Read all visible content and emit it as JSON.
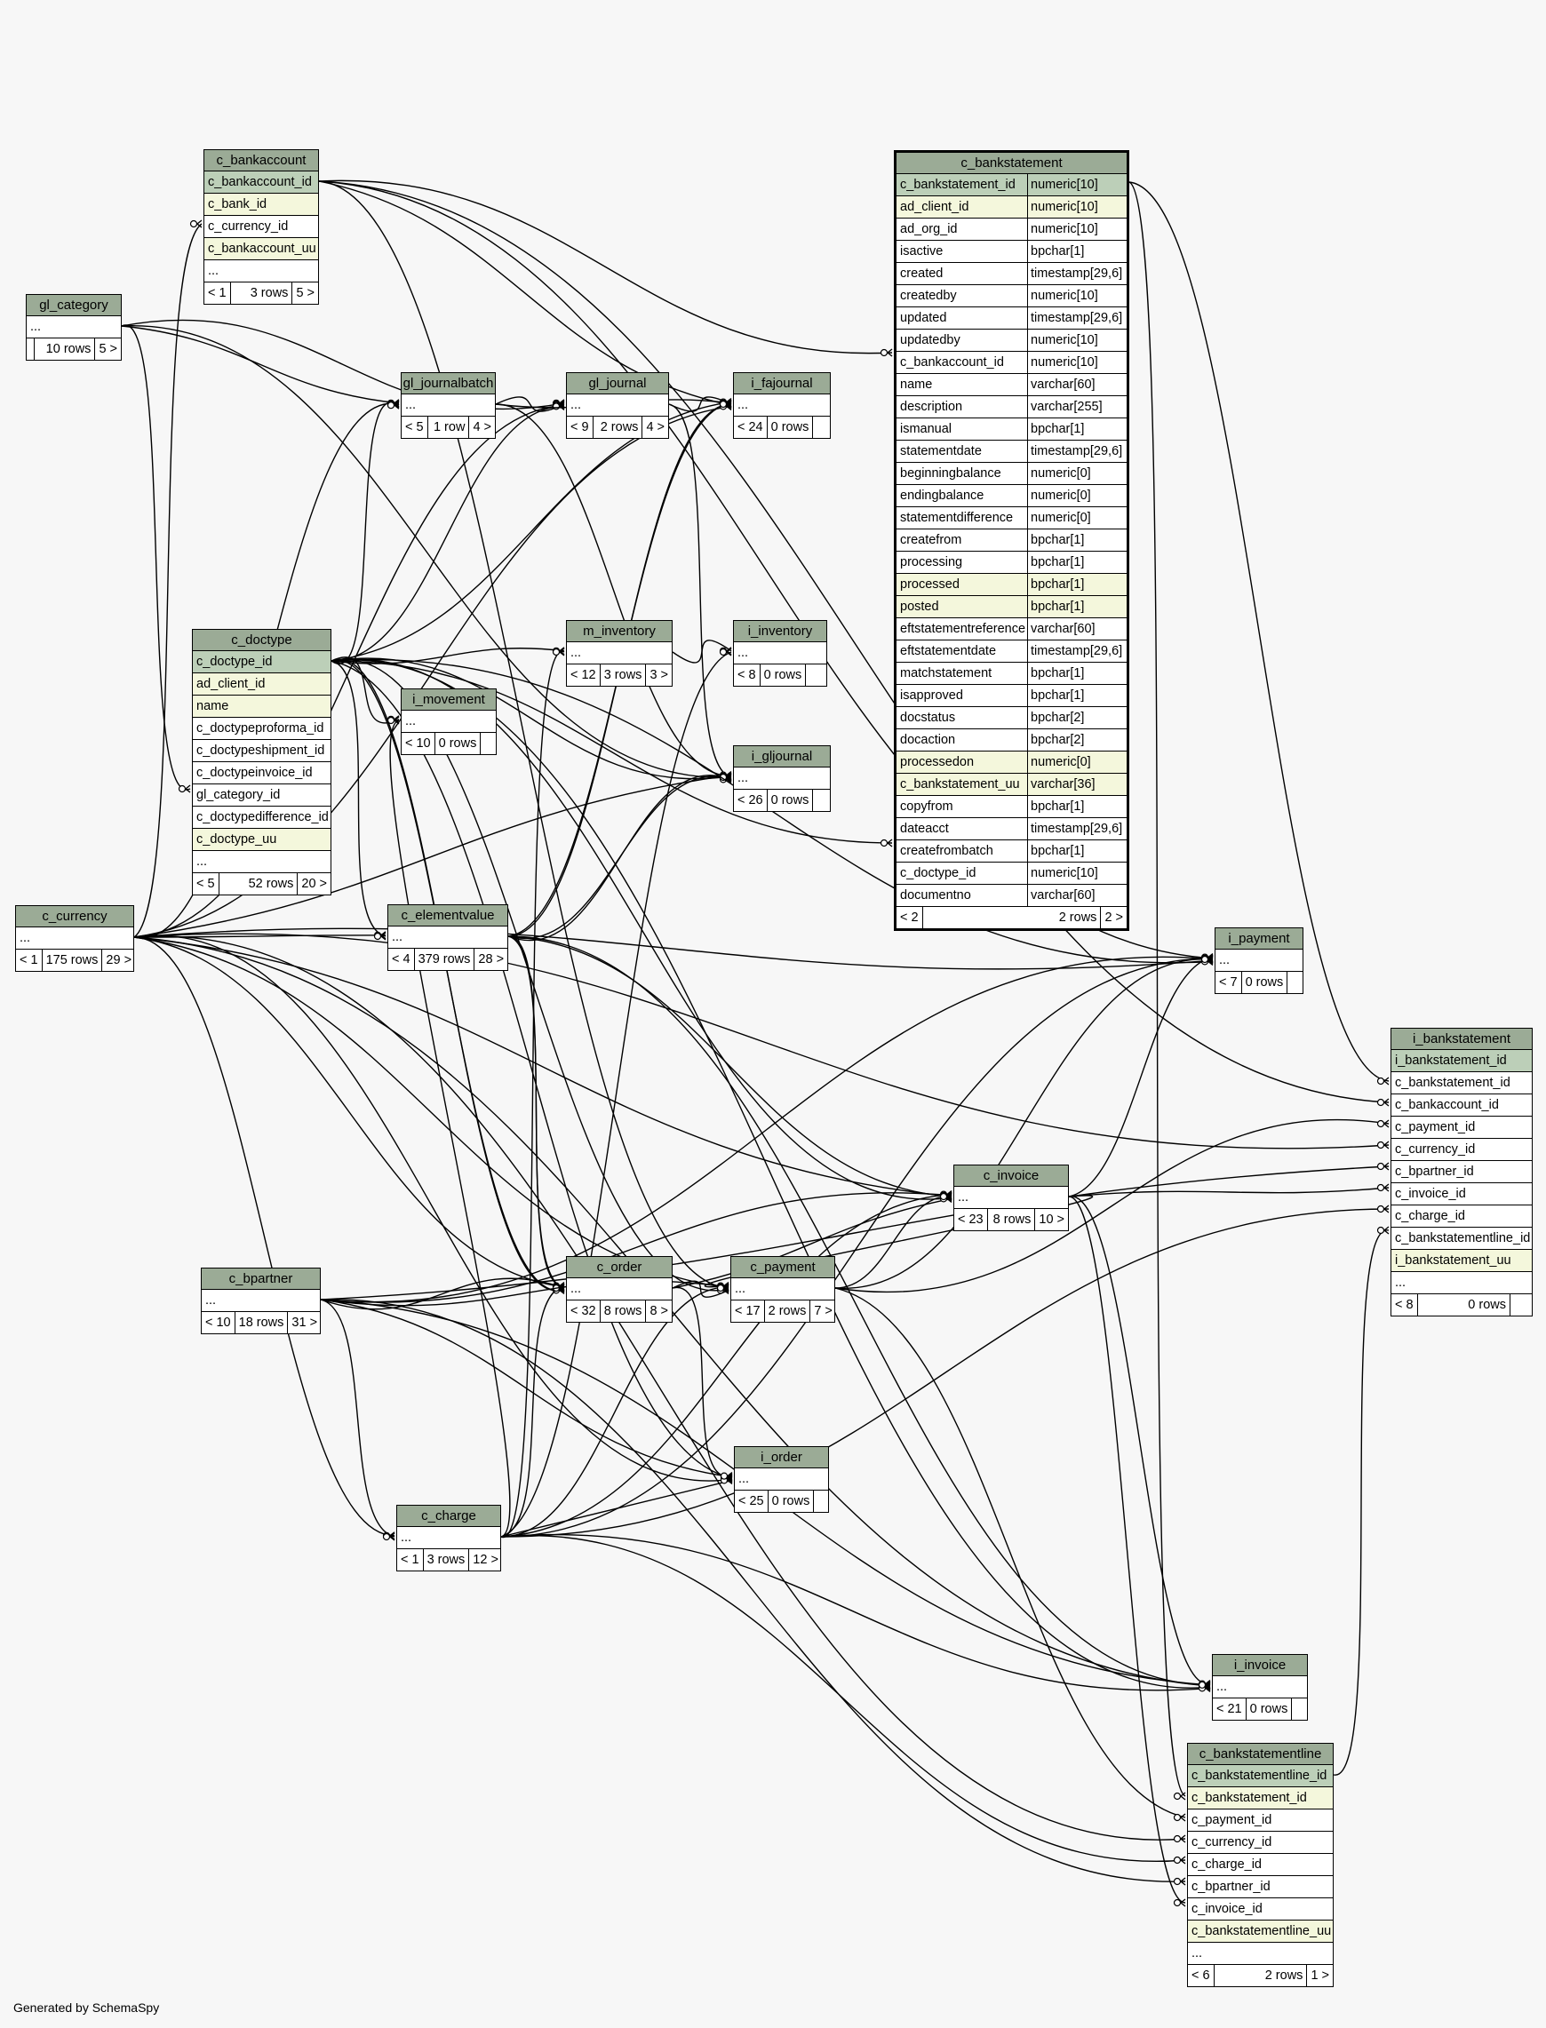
{
  "footer_text": "Generated by SchemaSpy",
  "colors": {
    "header": "#9bab96",
    "primary_key": "#bccfb8",
    "indexed": "#f4f7dc",
    "background": "#f7f7f7"
  },
  "tables": [
    {
      "id": "c_bankaccount",
      "name": "c_bankaccount",
      "rows": [
        {
          "name": "c_bankaccount_id",
          "type": "",
          "style": "pk"
        },
        {
          "name": "c_bank_id",
          "type": "",
          "style": "idx"
        },
        {
          "name": "c_currency_id",
          "type": "",
          "style": ""
        },
        {
          "name": "c_bankaccount_uu",
          "type": "",
          "style": "idx"
        },
        {
          "name": "...",
          "type": "",
          "style": ""
        }
      ],
      "footer": [
        "< 1",
        "3 rows",
        "5 >"
      ]
    },
    {
      "id": "gl_category",
      "name": "gl_category",
      "rows": [
        {
          "name": "...",
          "type": "",
          "style": ""
        }
      ],
      "footer": [
        "",
        "10 rows",
        "5 >"
      ]
    },
    {
      "id": "c_doctype",
      "name": "c_doctype",
      "rows": [
        {
          "name": "c_doctype_id",
          "type": "",
          "style": "pk"
        },
        {
          "name": "ad_client_id",
          "type": "",
          "style": "idx"
        },
        {
          "name": "name",
          "type": "",
          "style": "idx"
        },
        {
          "name": "c_doctypeproforma_id",
          "type": "",
          "style": ""
        },
        {
          "name": "c_doctypeshipment_id",
          "type": "",
          "style": ""
        },
        {
          "name": "c_doctypeinvoice_id",
          "type": "",
          "style": ""
        },
        {
          "name": "gl_category_id",
          "type": "",
          "style": ""
        },
        {
          "name": "c_doctypedifference_id",
          "type": "",
          "style": ""
        },
        {
          "name": "c_doctype_uu",
          "type": "",
          "style": "idx"
        },
        {
          "name": "...",
          "type": "",
          "style": ""
        }
      ],
      "footer": [
        "< 5",
        "52 rows",
        "20 >"
      ]
    },
    {
      "id": "c_currency",
      "name": "c_currency",
      "rows": [
        {
          "name": "...",
          "type": "",
          "style": ""
        }
      ],
      "footer": [
        "< 1",
        "175 rows",
        "29 >"
      ]
    },
    {
      "id": "c_bpartner",
      "name": "c_bpartner",
      "rows": [
        {
          "name": "...",
          "type": "",
          "style": ""
        }
      ],
      "footer": [
        "< 10",
        "18 rows",
        "31 >"
      ]
    },
    {
      "id": "gl_journalbatch",
      "name": "gl_journalbatch",
      "rows": [
        {
          "name": "...",
          "type": "",
          "style": ""
        }
      ],
      "footer": [
        "< 5",
        "1 row",
        "4 >"
      ]
    },
    {
      "id": "gl_journal",
      "name": "gl_journal",
      "rows": [
        {
          "name": "...",
          "type": "",
          "style": ""
        }
      ],
      "footer": [
        "< 9",
        "2 rows",
        "4 >"
      ]
    },
    {
      "id": "i_fajournal",
      "name": "i_fajournal",
      "rows": [
        {
          "name": "...",
          "type": "",
          "style": ""
        }
      ],
      "footer": [
        "< 24",
        "0 rows",
        ""
      ]
    },
    {
      "id": "m_inventory",
      "name": "m_inventory",
      "rows": [
        {
          "name": "...",
          "type": "",
          "style": ""
        }
      ],
      "footer": [
        "< 12",
        "3 rows",
        "3 >"
      ]
    },
    {
      "id": "i_inventory",
      "name": "i_inventory",
      "rows": [
        {
          "name": "...",
          "type": "",
          "style": ""
        }
      ],
      "footer": [
        "< 8",
        "0 rows",
        ""
      ]
    },
    {
      "id": "i_movement",
      "name": "i_movement",
      "rows": [
        {
          "name": "...",
          "type": "",
          "style": ""
        }
      ],
      "footer": [
        "< 10",
        "0 rows",
        ""
      ]
    },
    {
      "id": "i_gljournal",
      "name": "i_gljournal",
      "rows": [
        {
          "name": "...",
          "type": "",
          "style": ""
        }
      ],
      "footer": [
        "< 26",
        "0 rows",
        ""
      ]
    },
    {
      "id": "c_elementvalue",
      "name": "c_elementvalue",
      "rows": [
        {
          "name": "...",
          "type": "",
          "style": ""
        }
      ],
      "footer": [
        "< 4",
        "379 rows",
        "28 >"
      ]
    },
    {
      "id": "c_order",
      "name": "c_order",
      "rows": [
        {
          "name": "...",
          "type": "",
          "style": ""
        }
      ],
      "footer": [
        "< 32",
        "8 rows",
        "8 >"
      ]
    },
    {
      "id": "c_payment",
      "name": "c_payment",
      "rows": [
        {
          "name": "...",
          "type": "",
          "style": ""
        }
      ],
      "footer": [
        "< 17",
        "2 rows",
        "7 >"
      ]
    },
    {
      "id": "i_order",
      "name": "i_order",
      "rows": [
        {
          "name": "...",
          "type": "",
          "style": ""
        }
      ],
      "footer": [
        "< 25",
        "0 rows",
        ""
      ]
    },
    {
      "id": "c_charge",
      "name": "c_charge",
      "rows": [
        {
          "name": "...",
          "type": "",
          "style": ""
        }
      ],
      "footer": [
        "< 1",
        "3 rows",
        "12 >"
      ]
    },
    {
      "id": "c_invoice",
      "name": "c_invoice",
      "rows": [
        {
          "name": "...",
          "type": "",
          "style": ""
        }
      ],
      "footer": [
        "< 23",
        "8 rows",
        "10 >"
      ]
    },
    {
      "id": "i_payment",
      "name": "i_payment",
      "rows": [
        {
          "name": "...",
          "type": "",
          "style": ""
        }
      ],
      "footer": [
        "< 7",
        "0 rows",
        ""
      ]
    },
    {
      "id": "c_bankstatement",
      "name": "c_bankstatement",
      "rows": [
        {
          "name": "c_bankstatement_id",
          "type": "numeric[10]",
          "style": "pk"
        },
        {
          "name": "ad_client_id",
          "type": "numeric[10]",
          "style": "idx"
        },
        {
          "name": "ad_org_id",
          "type": "numeric[10]",
          "style": ""
        },
        {
          "name": "isactive",
          "type": "bpchar[1]",
          "style": ""
        },
        {
          "name": "created",
          "type": "timestamp[29,6]",
          "style": ""
        },
        {
          "name": "createdby",
          "type": "numeric[10]",
          "style": ""
        },
        {
          "name": "updated",
          "type": "timestamp[29,6]",
          "style": ""
        },
        {
          "name": "updatedby",
          "type": "numeric[10]",
          "style": ""
        },
        {
          "name": "c_bankaccount_id",
          "type": "numeric[10]",
          "style": ""
        },
        {
          "name": "name",
          "type": "varchar[60]",
          "style": ""
        },
        {
          "name": "description",
          "type": "varchar[255]",
          "style": ""
        },
        {
          "name": "ismanual",
          "type": "bpchar[1]",
          "style": ""
        },
        {
          "name": "statementdate",
          "type": "timestamp[29,6]",
          "style": ""
        },
        {
          "name": "beginningbalance",
          "type": "numeric[0]",
          "style": ""
        },
        {
          "name": "endingbalance",
          "type": "numeric[0]",
          "style": ""
        },
        {
          "name": "statementdifference",
          "type": "numeric[0]",
          "style": ""
        },
        {
          "name": "createfrom",
          "type": "bpchar[1]",
          "style": ""
        },
        {
          "name": "processing",
          "type": "bpchar[1]",
          "style": ""
        },
        {
          "name": "processed",
          "type": "bpchar[1]",
          "style": "idx"
        },
        {
          "name": "posted",
          "type": "bpchar[1]",
          "style": "idx"
        },
        {
          "name": "eftstatementreference",
          "type": "varchar[60]",
          "style": ""
        },
        {
          "name": "eftstatementdate",
          "type": "timestamp[29,6]",
          "style": ""
        },
        {
          "name": "matchstatement",
          "type": "bpchar[1]",
          "style": ""
        },
        {
          "name": "isapproved",
          "type": "bpchar[1]",
          "style": ""
        },
        {
          "name": "docstatus",
          "type": "bpchar[2]",
          "style": ""
        },
        {
          "name": "docaction",
          "type": "bpchar[2]",
          "style": ""
        },
        {
          "name": "processedon",
          "type": "numeric[0]",
          "style": "idx"
        },
        {
          "name": "c_bankstatement_uu",
          "type": "varchar[36]",
          "style": "idx"
        },
        {
          "name": "copyfrom",
          "type": "bpchar[1]",
          "style": ""
        },
        {
          "name": "dateacct",
          "type": "timestamp[29,6]",
          "style": ""
        },
        {
          "name": "createfrombatch",
          "type": "bpchar[1]",
          "style": ""
        },
        {
          "name": "c_doctype_id",
          "type": "numeric[10]",
          "style": ""
        },
        {
          "name": "documentno",
          "type": "varchar[60]",
          "style": ""
        }
      ],
      "footer": [
        "< 2",
        "2 rows",
        "2 >"
      ]
    },
    {
      "id": "i_bankstatement",
      "name": "i_bankstatement",
      "rows": [
        {
          "name": "i_bankstatement_id",
          "type": "",
          "style": "pk"
        },
        {
          "name": "c_bankstatement_id",
          "type": "",
          "style": ""
        },
        {
          "name": "c_bankaccount_id",
          "type": "",
          "style": ""
        },
        {
          "name": "c_payment_id",
          "type": "",
          "style": ""
        },
        {
          "name": "c_currency_id",
          "type": "",
          "style": ""
        },
        {
          "name": "c_bpartner_id",
          "type": "",
          "style": ""
        },
        {
          "name": "c_invoice_id",
          "type": "",
          "style": ""
        },
        {
          "name": "c_charge_id",
          "type": "",
          "style": ""
        },
        {
          "name": "c_bankstatementline_id",
          "type": "",
          "style": ""
        },
        {
          "name": "i_bankstatement_uu",
          "type": "",
          "style": "idx"
        },
        {
          "name": "...",
          "type": "",
          "style": ""
        }
      ],
      "footer": [
        "< 8",
        "0 rows",
        ""
      ]
    },
    {
      "id": "i_invoice",
      "name": "i_invoice",
      "rows": [
        {
          "name": "...",
          "type": "",
          "style": ""
        }
      ],
      "footer": [
        "< 21",
        "0 rows",
        ""
      ]
    },
    {
      "id": "c_bankstatementline",
      "name": "c_bankstatementline",
      "rows": [
        {
          "name": "c_bankstatementline_id",
          "type": "",
          "style": "pk"
        },
        {
          "name": "c_bankstatement_id",
          "type": "",
          "style": "idx"
        },
        {
          "name": "c_payment_id",
          "type": "",
          "style": ""
        },
        {
          "name": "c_currency_id",
          "type": "",
          "style": ""
        },
        {
          "name": "c_charge_id",
          "type": "",
          "style": ""
        },
        {
          "name": "c_bpartner_id",
          "type": "",
          "style": ""
        },
        {
          "name": "c_invoice_id",
          "type": "",
          "style": ""
        },
        {
          "name": "c_bankstatementline_uu",
          "type": "",
          "style": "idx"
        },
        {
          "name": "...",
          "type": "",
          "style": ""
        }
      ],
      "footer": [
        "< 6",
        "2 rows",
        "1 >"
      ]
    }
  ]
}
